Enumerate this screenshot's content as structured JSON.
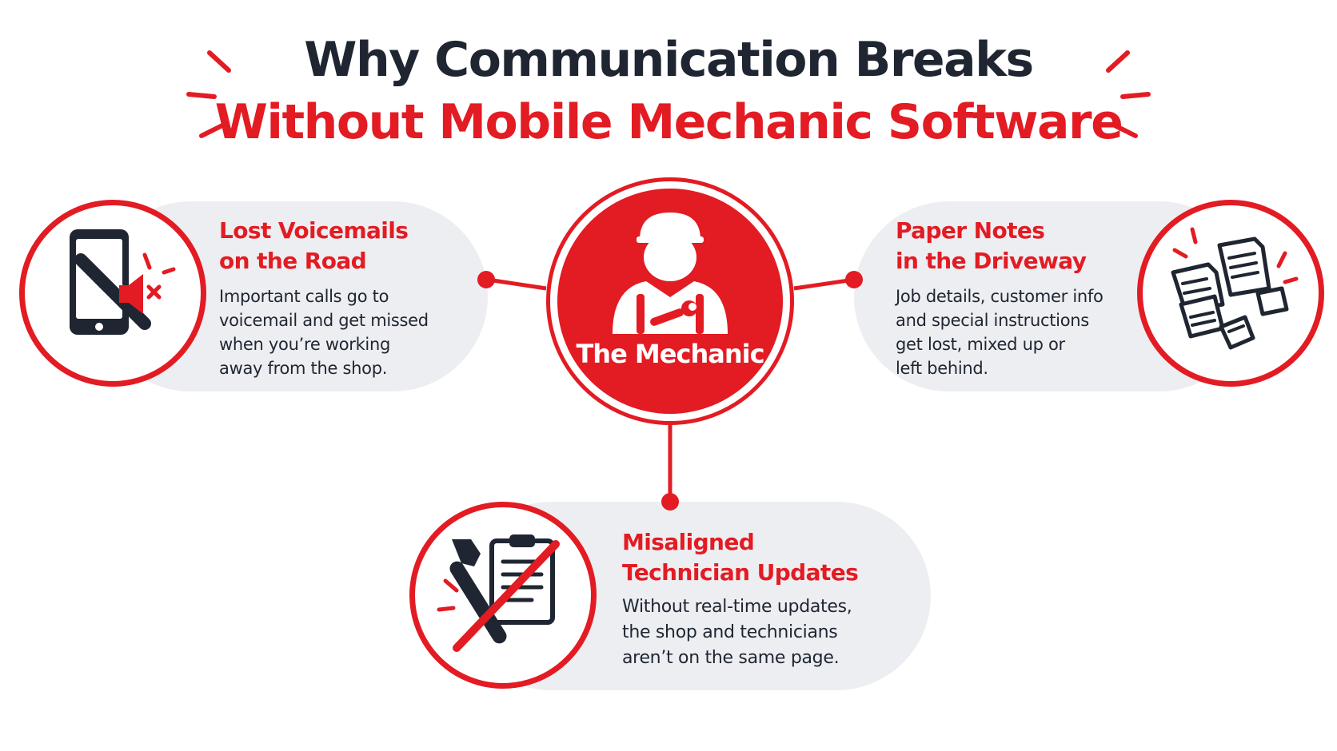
{
  "title": {
    "line1": "Why Communication Breaks",
    "line2": "Without Mobile Mechanic Software"
  },
  "hub": {
    "label": "The Mechanic",
    "icon": "mechanic-icon"
  },
  "cards": {
    "left": {
      "icon": "muted-phone-icon",
      "heading": [
        "Lost Voicemails",
        "on the Road"
      ],
      "body": [
        "Important calls go to",
        "voicemail and get missed",
        "when you’re working",
        "away from the shop."
      ]
    },
    "right": {
      "icon": "paper-notes-icon",
      "heading": [
        "Paper Notes",
        "in the Driveway"
      ],
      "body": [
        "Job details, customer info",
        "and special instructions",
        "get lost, mixed up or",
        "left behind."
      ]
    },
    "bottom": {
      "icon": "wrench-clipboard-crossed-icon",
      "heading": [
        "Misaligned",
        "Technician Updates"
      ],
      "body": [
        "Without real-time updates,",
        "the shop and technicians",
        "aren’t on the same page."
      ]
    }
  },
  "colors": {
    "accent": "#e31b23",
    "dark": "#1f2632",
    "pill": "#eceef1"
  }
}
